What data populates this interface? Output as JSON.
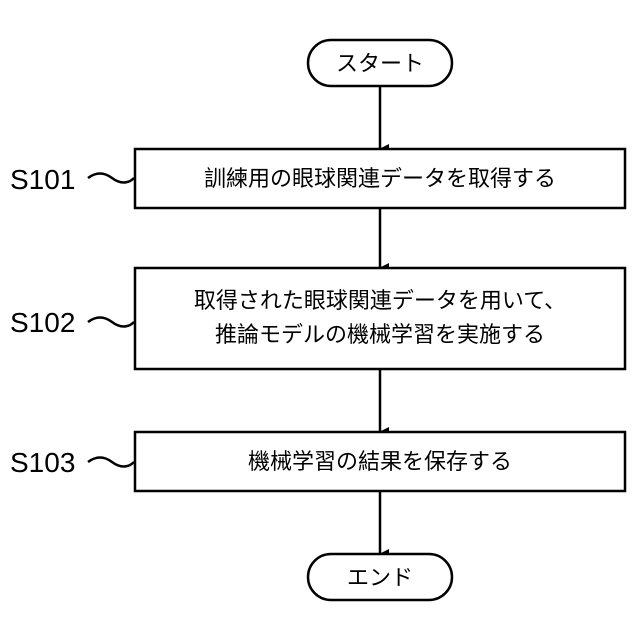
{
  "flowchart": {
    "start": "スタート",
    "end": "エンド",
    "steps": [
      {
        "label": "S101",
        "lines": [
          "訓練用の眼球関連データを取得する"
        ]
      },
      {
        "label": "S102",
        "lines": [
          "取得された眼球関連データを用いて、",
          "推論モデルの機械学習を実施する"
        ]
      },
      {
        "label": "S103",
        "lines": [
          "機械学習の結果を保存する"
        ]
      }
    ]
  }
}
